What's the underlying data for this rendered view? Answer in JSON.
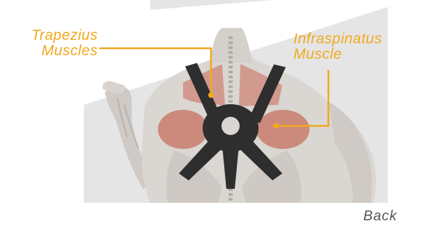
{
  "colors": {
    "accent": "#f2a81d",
    "panel": "#e5e5e5",
    "brace": "#2e2e2e",
    "muscle": "#c9877b",
    "skin": "#d9d6d2",
    "caption": "#555555"
  },
  "labels": {
    "trapezius_line1": "Trapezius",
    "trapezius_line2": "Muscles",
    "infraspinatus_line1": "Infraspinatus",
    "infraspinatus_line2": "Muscle"
  },
  "caption": "Back",
  "illustration": {
    "subject": "anatomical-back-with-posture-brace",
    "icon": "posture-brace-icon"
  }
}
